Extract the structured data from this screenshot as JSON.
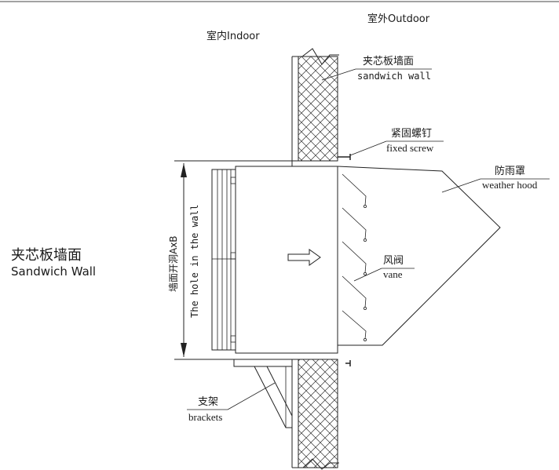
{
  "labels": {
    "outdoor": "室外Outdoor",
    "indoor": "室内Indoor",
    "sandwich_wall_cn": "夹芯板墙面",
    "sandwich_wall_en": "sandwich wall",
    "fixed_screw_cn": "紧固螺钉",
    "fixed_screw_en": "fixed screw",
    "weather_hood_cn": "防雨罩",
    "weather_hood_en": "weather hood",
    "vane_cn": "风阀",
    "vane_en": "vane",
    "brackets_cn": "支架",
    "brackets_en": "brackets",
    "hole_cn": "墙面开洞AxB",
    "hole_en": "The hole in the wall",
    "side_title_cn": "夹芯板墙面",
    "side_title_en": "Sandwich Wall"
  },
  "colors": {
    "line": "#222222",
    "background": "#ffffff"
  }
}
